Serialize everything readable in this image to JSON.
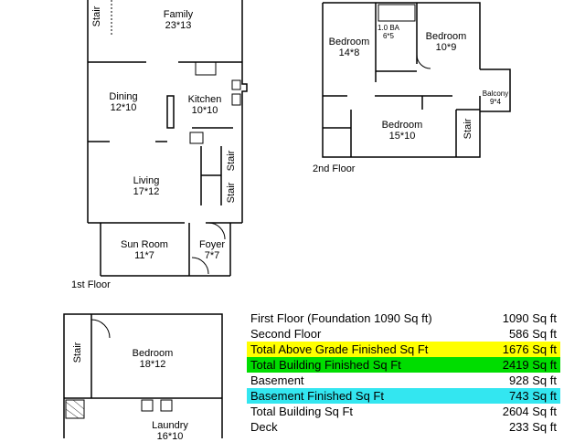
{
  "first_floor": {
    "caption": "1st Floor",
    "rooms": {
      "family": {
        "name": "Family",
        "dims": "23*13"
      },
      "dining": {
        "name": "Dining",
        "dims": "12*10"
      },
      "kitchen": {
        "name": "Kitchen",
        "dims": "10*10"
      },
      "living": {
        "name": "Living",
        "dims": "17*12"
      },
      "sunroom": {
        "name": "Sun Room",
        "dims": "11*7"
      },
      "foyer": {
        "name": "Foyer",
        "dims": "7*7"
      }
    },
    "stairs": [
      "Stair",
      "Stair",
      "Stair"
    ]
  },
  "second_floor": {
    "caption": "2nd Floor",
    "rooms": {
      "bed1": {
        "name": "Bedroom",
        "dims": "14*8"
      },
      "bath": {
        "name": "1.0 BA",
        "dims": "6*5"
      },
      "bed2": {
        "name": "Bedroom",
        "dims": "10*9"
      },
      "balcony": {
        "name": "Balcony",
        "dims": "9*4"
      },
      "bed3": {
        "name": "Bedroom",
        "dims": "15*10"
      }
    },
    "stair": "Stair"
  },
  "basement": {
    "rooms": {
      "bedroom": {
        "name": "Bedroom",
        "dims": "18*12"
      },
      "laundry": {
        "name": "Laundry",
        "dims": "16*10"
      }
    },
    "stair": "Stair"
  },
  "area_table": {
    "rows": [
      {
        "label": "First Floor (Foundation 1090 Sq ft)",
        "value": "1090 Sq ft",
        "highlight": ""
      },
      {
        "label": "Second Floor",
        "value": "586 Sq ft",
        "highlight": ""
      },
      {
        "label": "Total Above Grade Finished Sq Ft",
        "value": "1676 Sq ft",
        "highlight": "#ffff00"
      },
      {
        "label": "Total Building Finished Sq Ft",
        "value": "2419 Sq ft",
        "highlight": "#00dd00"
      },
      {
        "label": "Basement",
        "value": "928 Sq ft",
        "highlight": ""
      },
      {
        "label": "Basement Finished Sq Ft",
        "value": "743 Sq ft",
        "highlight": "#33e6f0"
      },
      {
        "label": "Total Building Sq Ft",
        "value": "2604 Sq ft",
        "highlight": ""
      },
      {
        "label": "Deck",
        "value": "233 Sq ft",
        "highlight": ""
      }
    ]
  }
}
